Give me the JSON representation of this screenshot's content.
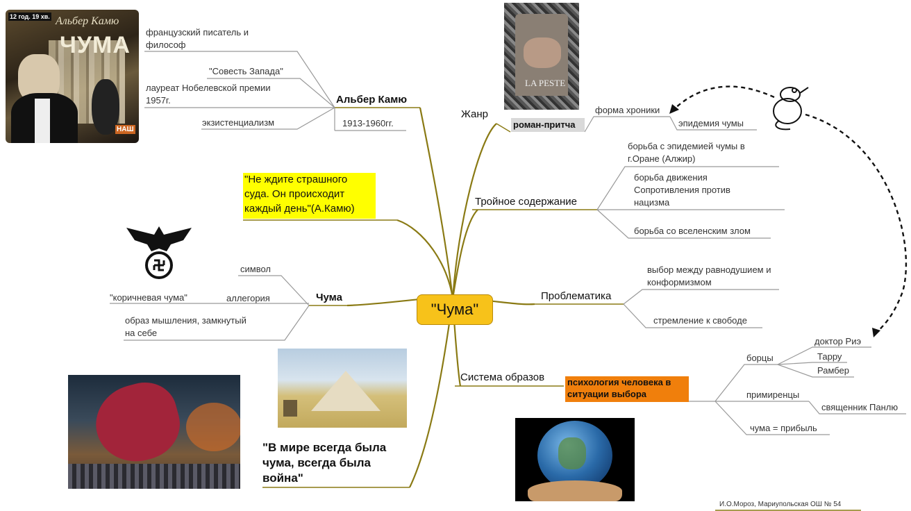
{
  "center": {
    "label": "\"Чума\""
  },
  "branch_camus": {
    "title": "Альбер Камю",
    "years": "1913-1960гг.",
    "items": [
      "французский писатель и",
      "философ",
      "\"Совесть Запада\"",
      "лауреат Нобелевской премии",
      "1957г.",
      "экзистенциализм"
    ]
  },
  "book_cover": {
    "top_left": "12 год. 19 хв.",
    "author": "Альбер Камю",
    "title": "ЧУМА",
    "logo": "НАШ"
  },
  "poster": {
    "title": "LA PESTE"
  },
  "quote1": {
    "lines": [
      "\"Не ждите страшного",
      "суда. Он происходит",
      "каждый день\"(А.Камю)"
    ]
  },
  "quote2": {
    "lines": [
      "\"В мире всегда была",
      "чума, всегда была",
      "война\""
    ]
  },
  "branch_plague": {
    "title": "Чума",
    "symbol": "символ",
    "allegory": "аллегория",
    "brown": "\"коричневая чума\"",
    "mind_lines": [
      "образ мышления, замкнутый",
      "на себе"
    ]
  },
  "branch_genre": {
    "title": "Жанр",
    "box": "роман-притча",
    "chronicle": "форма хроники",
    "epidemic": "эпидемия чумы"
  },
  "branch_content": {
    "title": "Тройное содержание",
    "item1": [
      "борьба с эпидемией чумы в",
      "г.Оране (Алжир)"
    ],
    "item2": [
      "борьба движения",
      "Сопротивления против",
      "нацизма"
    ],
    "item3": "борьба со вселенским злом"
  },
  "branch_problems": {
    "title": "Проблематика",
    "item1": [
      "выбор между равнодушием и",
      "конформизмом"
    ],
    "item2": "стремление к свободе"
  },
  "branch_images": {
    "title": "Система образов",
    "box_lines": [
      "психология человека в",
      "ситуации выбора"
    ],
    "fighters": "борцы",
    "fighters_list": [
      "доктор Риэ",
      "Тарру",
      "Рамбер"
    ],
    "reconcilers": "примиренцы",
    "priest": "священник Панлю",
    "profit": "чума = прибыль"
  },
  "credit": "И.О.Мороз, Мариупольская ОШ № 54",
  "colors": {
    "center_fill": "#f7c21a",
    "quote_bg": "#ffff00",
    "box_orange": "#f07f0c",
    "box_gray": "#d9d9d9",
    "branch": "#8a7a14"
  }
}
